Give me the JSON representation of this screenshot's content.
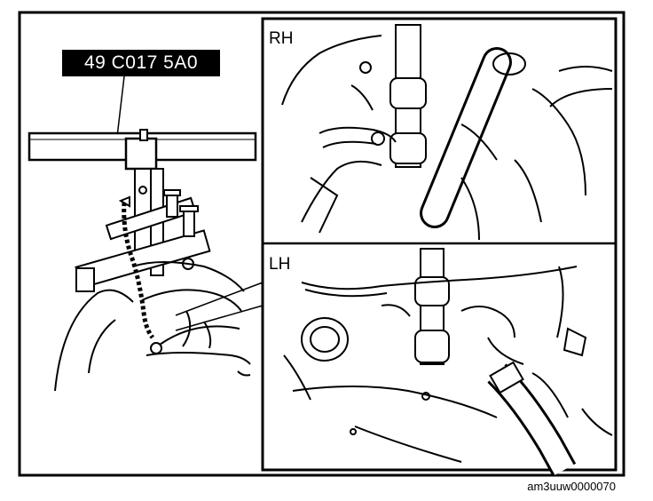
{
  "figure": {
    "part_number": "49 C017 5A0",
    "panels": [
      {
        "id": "rh",
        "label": "RH"
      },
      {
        "id": "lh",
        "label": "LH"
      }
    ],
    "figure_id": "am3uuw0000070",
    "line_color": "#000000",
    "background_color": "#ffffff"
  }
}
